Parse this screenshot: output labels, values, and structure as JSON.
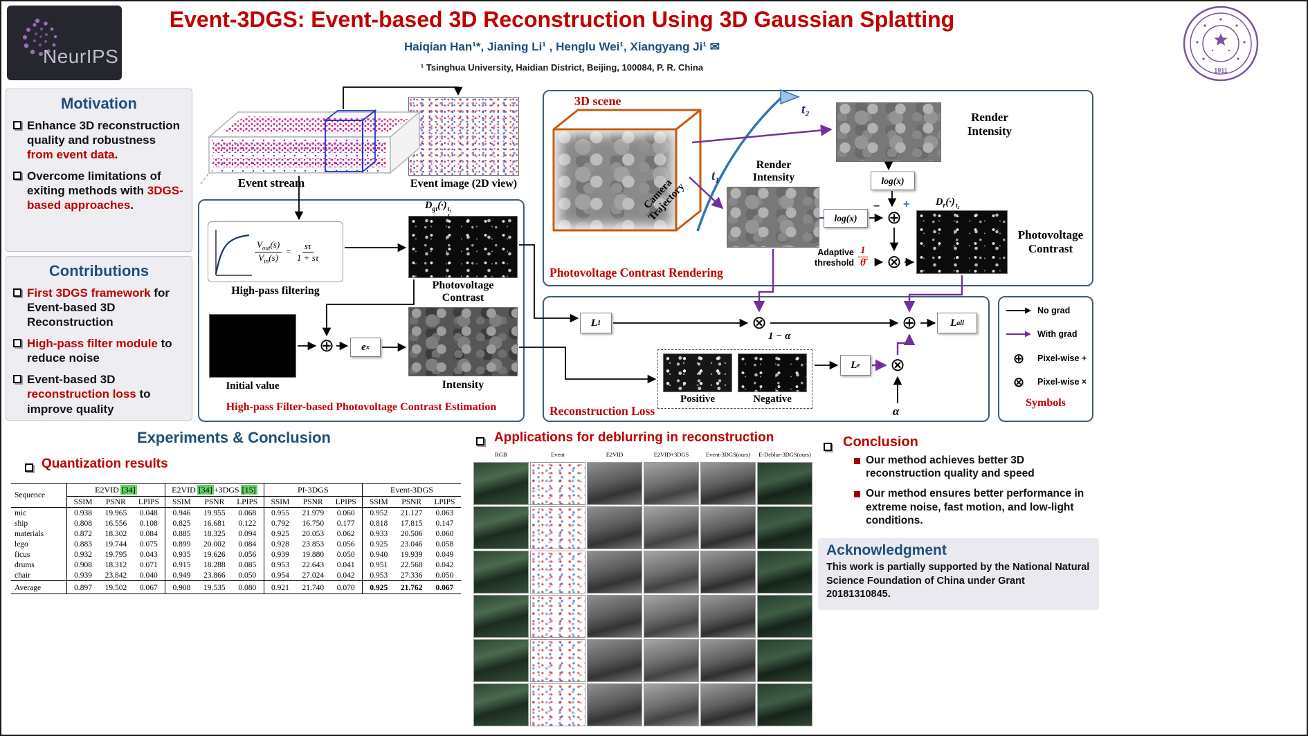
{
  "header": {
    "logo_text": "NeurIPS",
    "title": "Event-3DGS: Event-based 3D Reconstruction Using 3D Gaussian Splatting",
    "authors": "Haiqian Han¹*, Jianing Li¹ , Henglu Wei¹, Xiangyang Ji¹ ✉",
    "affiliation": "¹ Tsinghua University, Haidian District, Beijing, 100084, P. R. China",
    "seal_year": "1911"
  },
  "motivation": {
    "heading": "Motivation",
    "items": [
      {
        "pre": "Enhance 3D reconstruction quality and robustness ",
        "em": "from event data",
        "post": "."
      },
      {
        "pre": "Overcome limitations of exiting methods with ",
        "em": "3DGS-based approaches",
        "post": "."
      }
    ]
  },
  "contributions": {
    "heading": "Contributions",
    "items": [
      {
        "pre": "",
        "em": "First 3DGS framework",
        "post": " for Event-based 3D Reconstruction"
      },
      {
        "pre": "",
        "em": "High-pass filter module",
        "post": " to reduce noise"
      },
      {
        "pre": "Event-based 3D ",
        "em": "reconstruction loss",
        "post": " to improve quality"
      }
    ]
  },
  "event_input": {
    "stream_label": "Event stream",
    "image_label": "Event image (2D view)"
  },
  "estimation": {
    "title": "High-pass Filter-based Photovoltage Contrast Estimation",
    "filter_label": "High-pass filtering",
    "formula": {
      "num_v": "V",
      "num_sub": "out",
      "num_arg": "(s)",
      "den_v": "V",
      "den_sub": "in",
      "den_arg": "(s)",
      "eq": "=",
      "rhs_num": "sτ",
      "rhs_den": "1 + sτ"
    },
    "dgt": {
      "main": "D",
      "sub": "gt",
      "arg": "(·)",
      "sup_t": "t₂",
      "sub_t": "t₁"
    },
    "pv_contrast_line1": "Photovoltage",
    "pv_contrast_line2": "Contrast",
    "initial_value_label": "Initial value",
    "exp": {
      "base": "e",
      "sup": "x"
    },
    "intensity_label": "Intensity"
  },
  "rendering": {
    "title": "Photovoltage Contrast  Rendering",
    "scene_label": "3D scene",
    "camera_line1": "Camera",
    "camera_line2": "Trajectory",
    "t1": "t₁",
    "t2": "t₂",
    "render_line1": "Render",
    "render_line2": "Intensity",
    "log": "log(x)",
    "plus_sign": "+",
    "minus_sign": "−",
    "adaptive_line1": "Adaptive",
    "adaptive_line2": "threshold",
    "threshold_num": "1",
    "threshold_den": "θ̄",
    "dr": {
      "main": "D",
      "sub": "r",
      "arg": "(·)",
      "sup_t": "t₂",
      "sub_t": "t₁"
    },
    "pv_line1": "Photovoltage",
    "pv_line2": "Contrast"
  },
  "loss": {
    "title": "Reconstruction Loss",
    "l1": {
      "main": "L",
      "sub": "1"
    },
    "one_minus_alpha": "1 − α",
    "positive": "Positive",
    "negative": "Negative",
    "le": {
      "main": "L",
      "sub": "e"
    },
    "alpha": "α",
    "lall": {
      "main": "L",
      "sub": "all"
    }
  },
  "symbols": {
    "title": "Symbols",
    "oplus_glyph": "⊕",
    "otimes_glyph": "⊗",
    "items": [
      {
        "label": "No grad"
      },
      {
        "label": "With grad"
      },
      {
        "label": "Pixel-wise +"
      },
      {
        "label": "Pixel-wise ×"
      }
    ]
  },
  "experiments": {
    "heading": "Experiments & Conclusion",
    "quant_heading": "Quantization results",
    "table": {
      "seq_header": "Sequence",
      "group1": {
        "name": "E2VID",
        "ref": "[34]"
      },
      "group2": {
        "name": "E2VID",
        "ref": "[34]",
        "name2": "+3DGS",
        "ref2": "[15]"
      },
      "group3": {
        "name": "PI-3DGS"
      },
      "group4": {
        "name": "Event-3DGS"
      },
      "metrics": [
        "SSIM",
        "PSNR",
        "LPIPS"
      ],
      "rows": [
        {
          "name": "mic",
          "values": [
            "0.938",
            "19.965",
            "0.048",
            "0.946",
            "19.955",
            "0.068",
            "0.955",
            "21.979",
            "0.060",
            "0.952",
            "21.127",
            "0.063"
          ]
        },
        {
          "name": "ship",
          "values": [
            "0.808",
            "16.556",
            "0.108",
            "0.825",
            "16.681",
            "0.122",
            "0.792",
            "16.750",
            "0.177",
            "0.818",
            "17.815",
            "0.147"
          ]
        },
        {
          "name": "materials",
          "values": [
            "0.872",
            "18.302",
            "0.084",
            "0.885",
            "18.325",
            "0.094",
            "0.925",
            "20.053",
            "0.062",
            "0.933",
            "20.506",
            "0.060"
          ]
        },
        {
          "name": "lego",
          "values": [
            "0.883",
            "19.744",
            "0.075",
            "0.899",
            "20.002",
            "0.084",
            "0.928",
            "23.853",
            "0.056",
            "0.925",
            "23.046",
            "0.058"
          ]
        },
        {
          "name": "ficus",
          "values": [
            "0.932",
            "19.795",
            "0.043",
            "0.935",
            "19.626",
            "0.056",
            "0.939",
            "19.880",
            "0.050",
            "0.940",
            "19.939",
            "0.049"
          ]
        },
        {
          "name": "drums",
          "values": [
            "0.908",
            "18.312",
            "0.071",
            "0.915",
            "18.288",
            "0.085",
            "0.953",
            "22.643",
            "0.041",
            "0.951",
            "22.568",
            "0.042"
          ]
        },
        {
          "name": "chair",
          "values": [
            "0.939",
            "23.842",
            "0.040",
            "0.949",
            "23.866",
            "0.050",
            "0.954",
            "27.024",
            "0.042",
            "0.953",
            "27.336",
            "0.050"
          ]
        },
        {
          "name": "Average",
          "average": true,
          "bold_indices": [
            9,
            10,
            11
          ],
          "values": [
            "0.897",
            "19.502",
            "0.067",
            "0.908",
            "19.535",
            "0.080",
            "0.921",
            "21.740",
            "0.070",
            "0.925",
            "21.762",
            "0.067"
          ]
        }
      ]
    }
  },
  "applications": {
    "heading": "Applications for deblurring in reconstruction",
    "columns": [
      "RGB",
      "Event",
      "E2VID",
      "E2VID+3DGS",
      "Event-3DGS(ours)",
      "E-Deblur-3DGS(ours)"
    ],
    "row_count": 6
  },
  "conclusion": {
    "heading": "Conclusion",
    "items": [
      "Our method achieves better 3D reconstruction quality and speed",
      "Our method ensures better performance in extreme noise, fast motion, and low-light conditions."
    ]
  },
  "acknowledgment": {
    "heading": "Acknowledgment",
    "text": "This work is partially supported by the National Natural Science Foundation of China under Grant 20181310845."
  }
}
